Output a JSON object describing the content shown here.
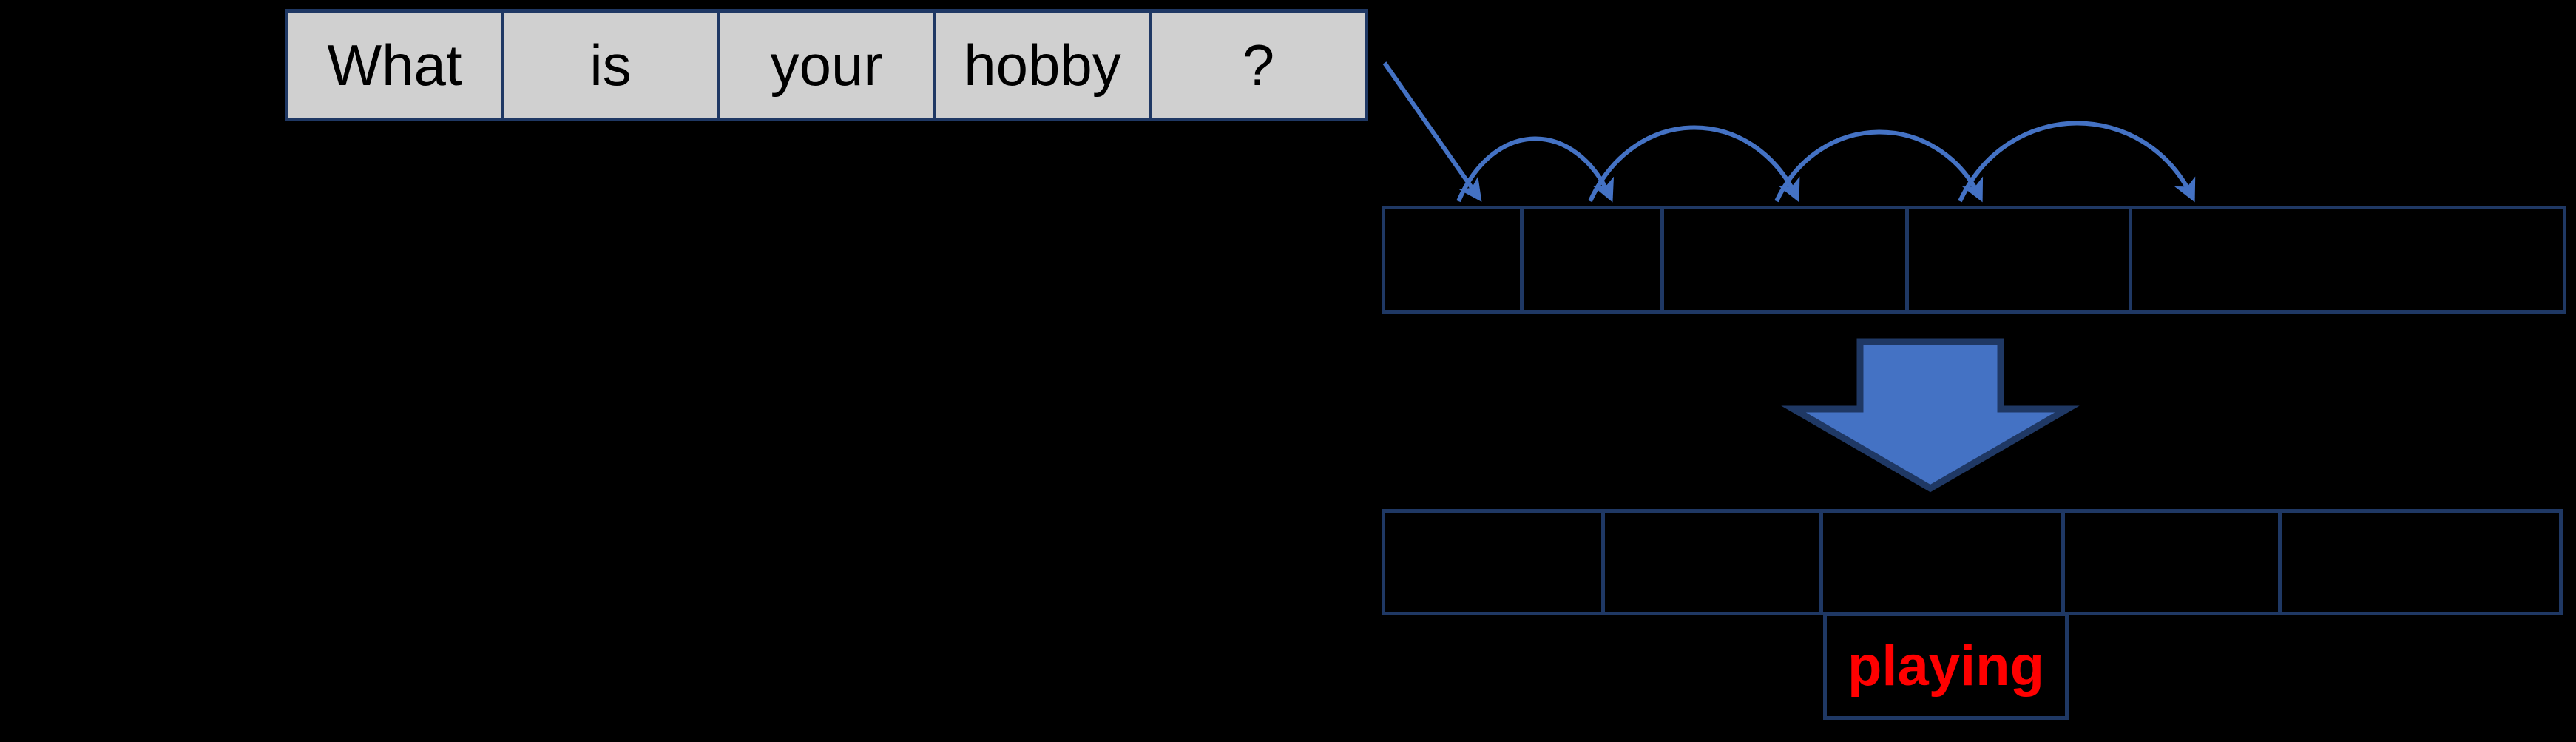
{
  "diagram": {
    "title": "Sequence-to-sequence attention alignment",
    "background_color": "#000000",
    "border_color": "#1F3864",
    "arrow_color": "#4472C4",
    "cell_fill_source": "#D0D0D0",
    "cell_fill_target": "#000000",
    "output_token_color": "#FF0000"
  },
  "source_table": {
    "name": "input-sentence-row",
    "cells": [
      {
        "text": "What"
      },
      {
        "text": "is"
      },
      {
        "text": "your"
      },
      {
        "text": "hobby"
      },
      {
        "text": "?"
      }
    ]
  },
  "encoder_table": {
    "name": "encoder-states-row",
    "cells": [
      {
        "text": ""
      },
      {
        "text": ""
      },
      {
        "text": ""
      },
      {
        "text": ""
      },
      {
        "text": ""
      }
    ]
  },
  "decoder_table": {
    "name": "decoder-states-row",
    "cells": [
      {
        "text": ""
      },
      {
        "text": ""
      },
      {
        "text": ""
      },
      {
        "text": ""
      },
      {
        "text": ""
      }
    ]
  },
  "output_cell": {
    "name": "predicted-token",
    "text": "playing"
  },
  "arrows": {
    "feed_arrow": {
      "name": "sentence-to-encoder-arrow",
      "label": ""
    },
    "hop_arrows": {
      "name": "recurrent-hop-arrows",
      "count": 4
    },
    "block_arrow": {
      "name": "encoder-to-decoder-block-arrow",
      "label": "",
      "fill": "#4472C4",
      "outline": "#1F3864"
    }
  }
}
